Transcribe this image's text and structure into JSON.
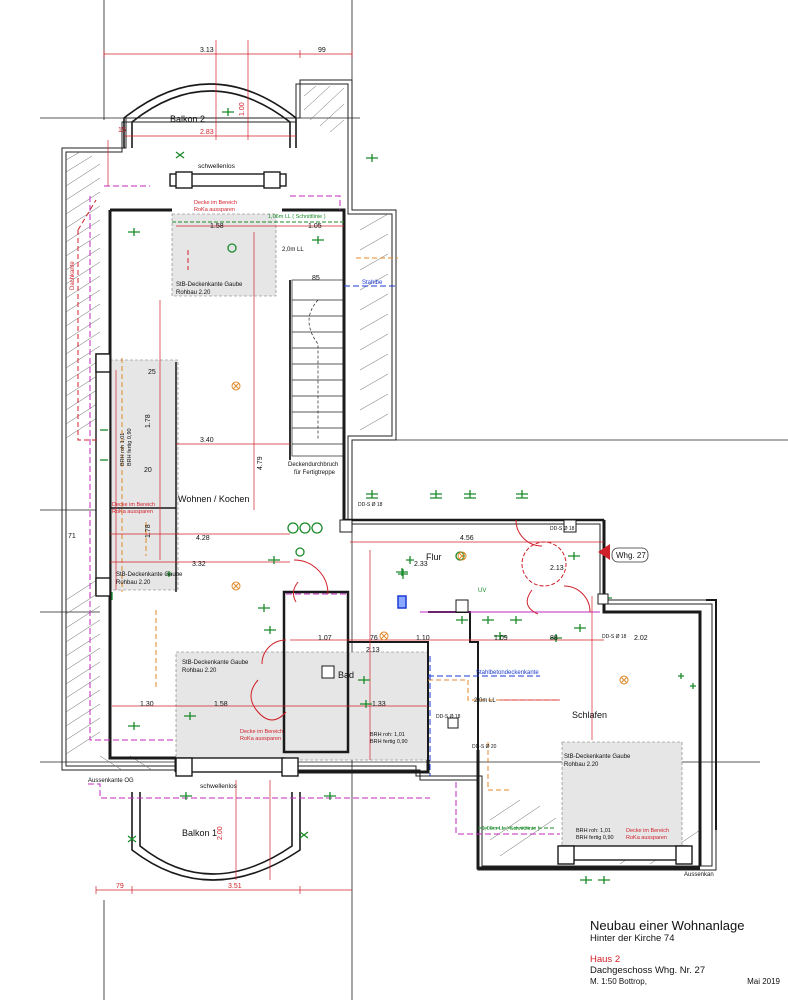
{
  "rooms": {
    "wohnen": "Wohnen / Kochen",
    "flur": "Flur",
    "bad": "Bad",
    "schlafen": "Schlafen",
    "balkon1": "Balkon 1",
    "balkon2": "Balkon 2"
  },
  "labels": {
    "schwellenlos_top": "schwellenlos",
    "schwellenlos_bottom": "schwellenlos",
    "gaube_top": "StB-Deckenkante Gaube",
    "gaube_top_sub": "Rohbau 2.20",
    "gaube_left": "StB-Deckenkante Gaube",
    "gaube_left_sub": "Rohbau 2.20",
    "gaube_bad": "StB-Deckenkante Gaube",
    "gaube_bad_sub": "Rohbau 2.20",
    "gaube_schlafen": "StB-Deckenkante Gaube",
    "gaube_schlafen_sub": "Rohbau 2.20",
    "deckendurchbruch": "Deckendurchbruch",
    "deckendurchbruch_sub": "für Fertigtreppe",
    "stahlbeton": "Stahlbetondeckenkante",
    "stahlbe": "Stahlbe",
    "aussenkante_og": "Aussenkante OG",
    "aussenkante": "Aussenkan",
    "wohnung_tag": "Whg. 27",
    "dachkante": "Dachkante",
    "uv": "UV",
    "brh_bad_1": "BRH roh: 1,01",
    "brh_bad_2": "BRH fertig 0,90",
    "brh_sch_1": "BRH roh: 1,01",
    "brh_sch_2": "BRH fertig 0,90",
    "brh_left_1": "BRH roh 1,01",
    "brh_left_2": "BRH fertig 0,90",
    "schnittlinie_top": "1,06m LL ( Schnittlinie )",
    "schnittlinie_sch": "1,06m LL ( Schnittlinie )",
    "ll_top": "2,0m LL",
    "ll_bad": "2,0m LL",
    "decke_top_1": "Decke im Bereich",
    "decke_top_2": "RoKa aussparen",
    "decke_left_1": "Decke im Bereich",
    "decke_left_2": "RoKa aussparen",
    "decke_bad_1": "Decke im Bereich",
    "decke_bad_2": "RoKa aussparen",
    "decke_sch_1": "Decke im Bereich",
    "decke_sch_2": "RoKa aussparen",
    "dd_1": "DD-S Ø 18",
    "dd_2": "DD-S Ø 18",
    "dd_3": "DD-S Ø 18",
    "dd_4": "DD-S Ø 20",
    "dd_5": "DD-S Ø 18"
  },
  "dimensions": {
    "d_313": "3.13",
    "d_99": "99",
    "d_283": "2.83",
    "d_158": "1.58",
    "d_105": "1.05",
    "d_340": "3.40",
    "d_428": "4.28",
    "d_332": "3.32",
    "d_233": "2.33",
    "d_456": "4.56",
    "d_213": "2.13",
    "d_213b": "2.13",
    "d_107": "1.07",
    "d_76": "76",
    "d_110": "1.10",
    "d_109": "1.09",
    "d_88": "88",
    "d_202": "2.02",
    "d_130": "1.30",
    "d_158b": "1.58",
    "d_133": "1.33",
    "d_351": "3.51",
    "d_79": "79",
    "d_71": "71",
    "d_178": "1.78",
    "d_178b": "1.78",
    "d_479": "4.79",
    "d_25": "25",
    "d_20": "20",
    "d_85": "85",
    "d_15": "15",
    "d_100": "1.00",
    "d_200": "2.00"
  },
  "title_block": {
    "title": "Neubau einer Wohnanlage",
    "address": "Hinter der Kirche 74",
    "house": "Haus 2",
    "unit": "Dachgeschoss Whg. Nr. 27",
    "scale": "M. 1:50 Bottrop,",
    "date": "Mai 2019"
  },
  "colors": {
    "wall": "#1a1a1a",
    "dimension": "#d0202a",
    "electrical": "#1a8a2a",
    "gaube_fill": "#e4e4e4",
    "magenta": "#c02ac0",
    "orange": "#e08a2a",
    "blue": "#1a3ad0"
  }
}
